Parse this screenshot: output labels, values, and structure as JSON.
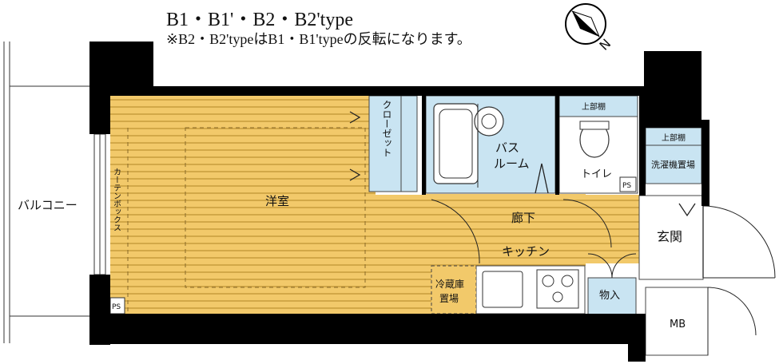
{
  "header": {
    "title": "B1・B1'・B2・B2'type",
    "note": "※B2・B2'typeはB1・B1'typeの反転になります。"
  },
  "compass": {
    "north_label": "N"
  },
  "rooms": {
    "western_room": "洋室",
    "closet": "クローゼット",
    "bath_line1": "バス",
    "bath_line2": "ルーム",
    "toilet": "トイレ",
    "corridor": "廊下",
    "kitchen": "キッチン",
    "entrance": "玄関",
    "storage": "物入",
    "fridge_line1": "冷蔵庫",
    "fridge_line2": "置場",
    "laundry_upper": "上部棚",
    "laundry": "洗濯機置場",
    "toilet_shelf": "上部棚",
    "curtain_box": "カーテンボックス",
    "balcony": "バルコニー",
    "ps_left": "PS",
    "ps_right": "PS",
    "mb": "MB"
  },
  "colors": {
    "floor": "#f2c96a",
    "floor_lines": "#c49a3a",
    "wet_area": "#c9e4f2",
    "wall": "#000000"
  }
}
